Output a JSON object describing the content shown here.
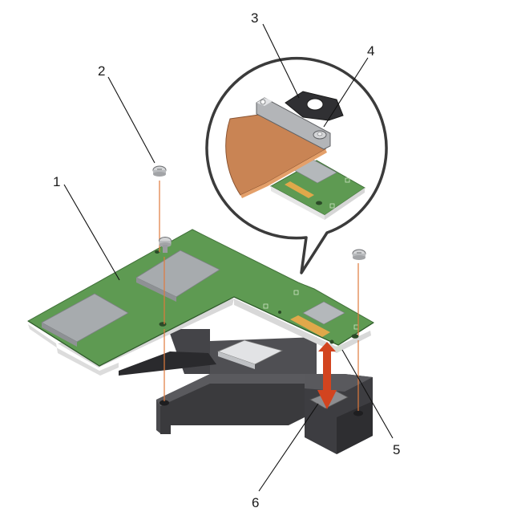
{
  "callouts": [
    {
      "id": "1",
      "label": "1"
    },
    {
      "id": "2",
      "label": "2"
    },
    {
      "id": "3",
      "label": "3"
    },
    {
      "id": "4",
      "label": "4"
    },
    {
      "id": "5",
      "label": "5"
    },
    {
      "id": "6",
      "label": "6"
    }
  ],
  "colors": {
    "board_green": "#5e9a52",
    "board_edge": "#3f6f38",
    "chip_gray": "#a9adb0",
    "bracket_dark": "#3f3f42",
    "cable_copper": "#c98454",
    "guide_orange": "#e07a3c",
    "arrow_red": "#d2441f"
  },
  "icons": [
    "screw-icon",
    "insertion-arrow-icon",
    "magnifier-callout-icon"
  ]
}
